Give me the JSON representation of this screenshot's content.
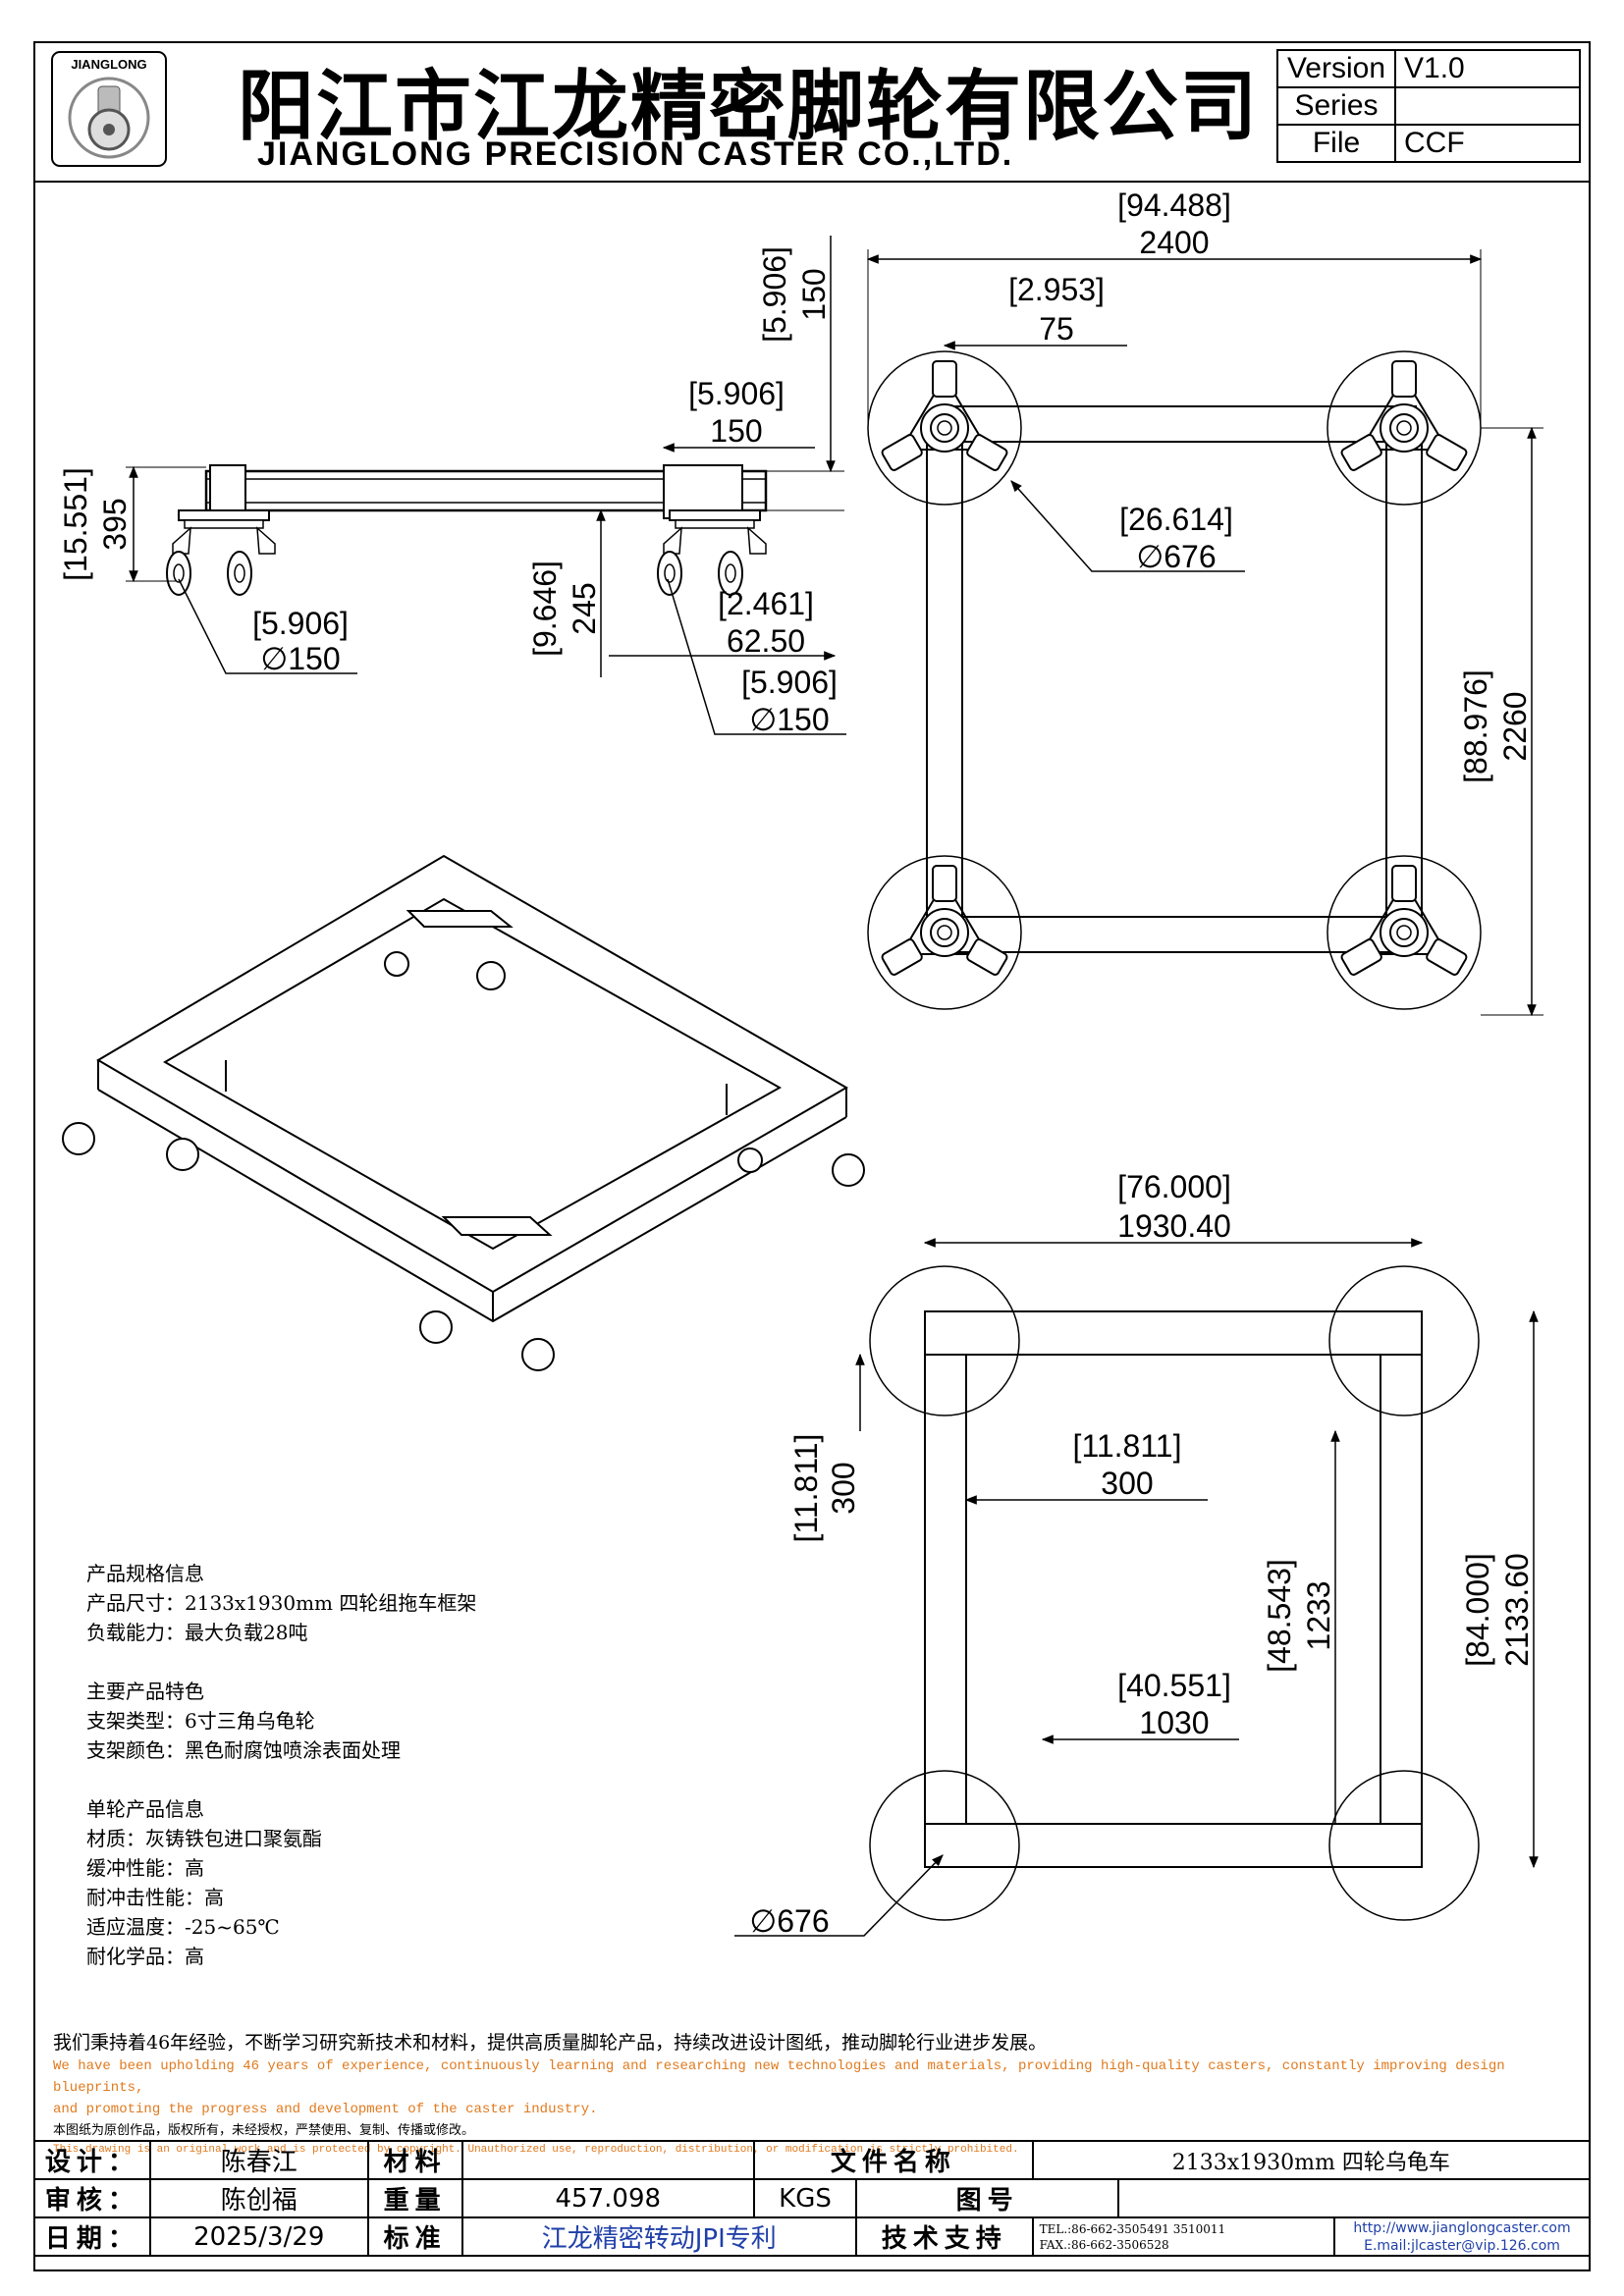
{
  "header": {
    "logo_text": "JIANGLONG",
    "title_cn": "阳江市江龙精密脚轮有限公司",
    "title_en": "JIANGLONG PRECISION CASTER CO.,LTD.",
    "version_label": "Version",
    "version_value": "V1.0",
    "series_label": "Series",
    "series_value": "",
    "file_label": "File",
    "file_value": "CCF"
  },
  "side_view": {
    "overall_height": "395",
    "overall_height_in": "[15.551]",
    "top_height": "150",
    "top_height_in": "[5.906]",
    "flange_width": "150",
    "flange_width_in": "[5.906]",
    "caster_height": "245",
    "caster_height_in": "[9.646]",
    "offset": "62.50",
    "offset_in": "[2.461]",
    "wheel_left": "∅150",
    "wheel_left_in": "[5.906]",
    "wheel_right": "∅150",
    "wheel_right_in": "[5.906]"
  },
  "top_view": {
    "width": "2400",
    "width_in": "[94.488]",
    "beam": "75",
    "beam_in": "[2.953]",
    "swing": "∅676",
    "swing_in": "[26.614]",
    "length": "2260",
    "length_in": "[88.976]"
  },
  "bottom_view": {
    "width": "1930.40",
    "width_in": "[76.000]",
    "side_offset": "300",
    "side_offset_in": "[11.811]",
    "inner_offset": "300",
    "inner_offset_in": "[11.811]",
    "inner_height": "1233",
    "inner_height_in": "[48.543]",
    "inner_width": "1030",
    "inner_width_in": "[40.551]",
    "length": "2133.60",
    "length_in": "[84.000]",
    "swing": "∅676"
  },
  "specs": {
    "h1": "产品规格信息",
    "size": "产品尺寸：2133x1930mm 四轮组拖车框架",
    "load": "负载能力：最大负载28吨",
    "h2": "主要产品特色",
    "bracket_type": "支架类型：6寸三角乌龟轮",
    "bracket_color": "支架颜色：黑色耐腐蚀喷涂表面处理",
    "h3": "单轮产品信息",
    "material": "材质：灰铸铁包进口聚氨酯",
    "cushion": "缓冲性能：高",
    "impact": "耐冲击性能：高",
    "temp": "适应温度：-25~65℃",
    "chem": "耐化学品：高"
  },
  "statement": {
    "cn1": "我们秉持着46年经验，不断学习研究新技术和材料，提供高质量脚轮产品，持续改进设计图纸，推动脚轮行业进步发展。",
    "en1a": "We have been upholding 46 years of experience, continuously learning and researching new technologies and materials, providing high-quality casters, constantly improving design blueprints,",
    "en1b": "and promoting the progress and development of the caster industry.",
    "cn2": "本图纸为原创作品，版权所有，未经授权，严禁使用、复制、传播或修改。",
    "en2": "This drawing is an original work and is protected by copyright. Unauthorized use, reproduction, distribution, or modification is strictly prohibited."
  },
  "title_block": {
    "design_label": "设计：",
    "design_value": "陈春江",
    "material_label": "材料",
    "material_value": "",
    "filename_label": "文件名称",
    "filename_value": "2133x1930mm 四轮乌龟车",
    "review_label": "审核：",
    "review_value": "陈创福",
    "weight_label": "重量",
    "weight_value": "457.098",
    "weight_unit": "KGS",
    "drawno_label": "图号",
    "drawno_value": "",
    "date_label": "日期：",
    "date_value": "2025/3/29",
    "std_label": "标准",
    "std_value": "江龙精密转动JPI专利",
    "support_label": "技术支持",
    "tel": "TEL.:86-662-3505491 3510011",
    "fax": "FAX.:86-662-3506528",
    "web": "http://www.jianglongcaster.com",
    "email": "E.mail:jlcaster@vip.126.com"
  }
}
